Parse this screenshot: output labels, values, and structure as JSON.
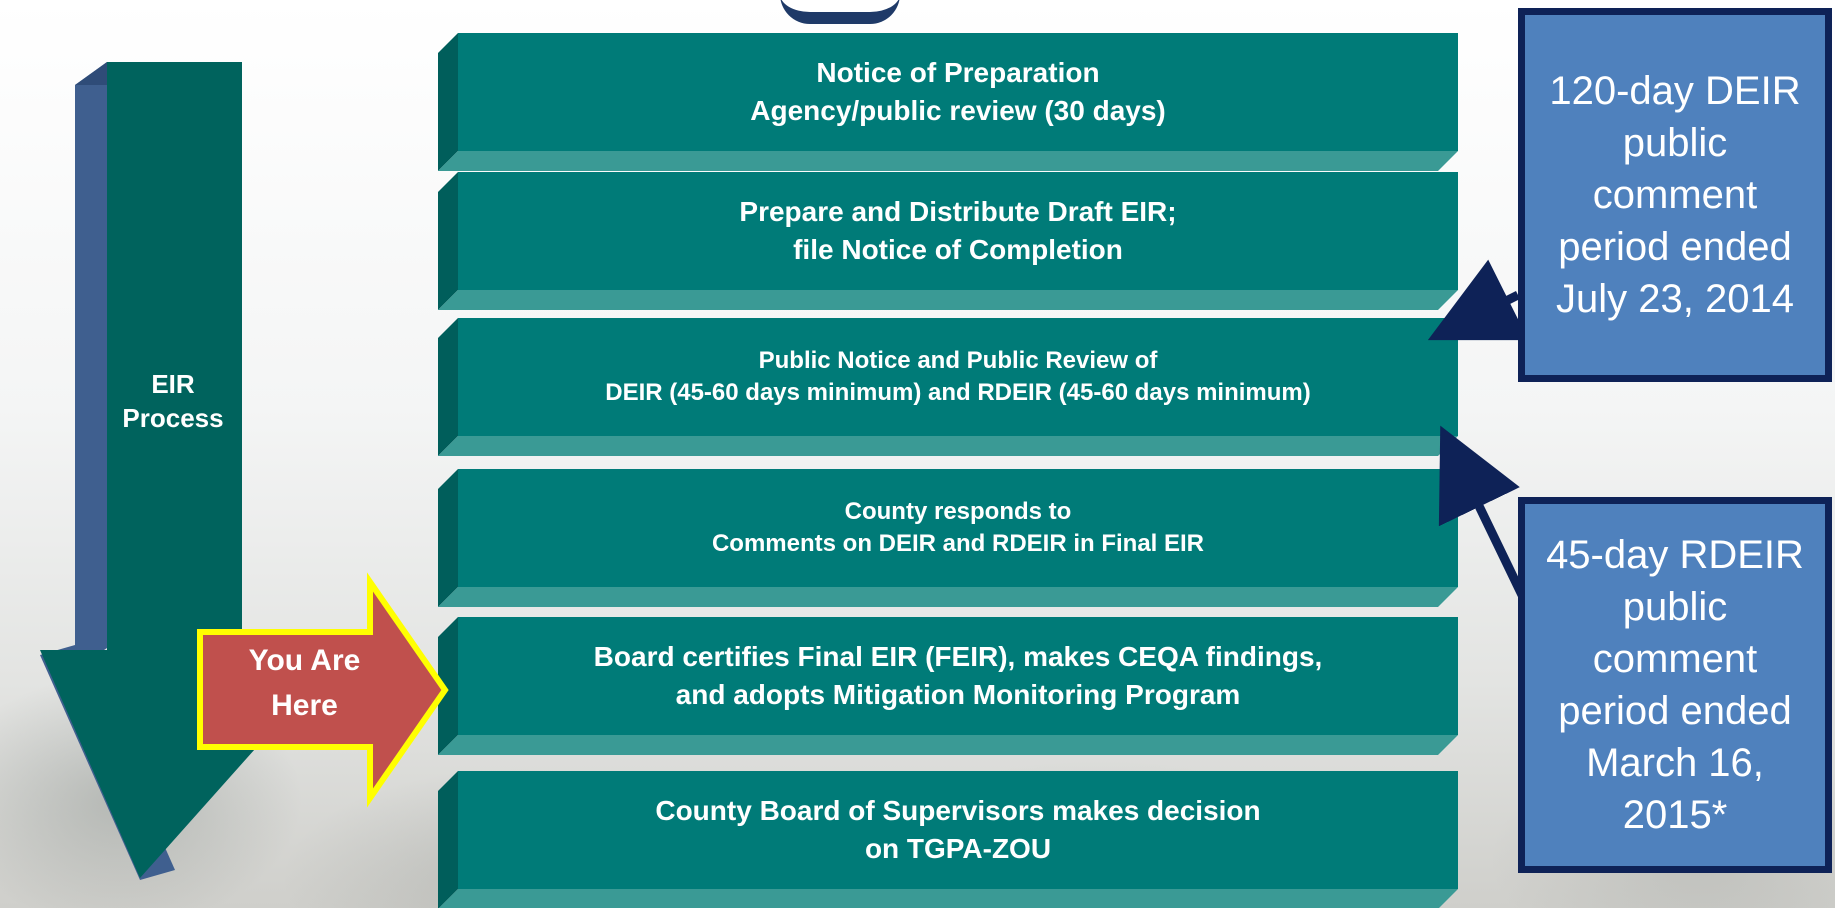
{
  "process_arrow": {
    "label_lines": [
      "EIR",
      "Process"
    ]
  },
  "here_arrow": {
    "label_lines": [
      "You Are",
      "Here"
    ]
  },
  "steps": [
    {
      "lines": [
        "Notice of Preparation",
        "Agency/public review (30 days)"
      ]
    },
    {
      "lines": [
        "Prepare and Distribute Draft EIR;",
        "file Notice of Completion"
      ]
    },
    {
      "lines": [
        "Public Notice and Public Review of",
        "DEIR (45-60 days minimum) and RDEIR (45-60 days minimum)"
      ]
    },
    {
      "lines": [
        "County responds to",
        "Comments on DEIR and RDEIR in Final EIR"
      ]
    },
    {
      "lines": [
        "Board certifies Final EIR (FEIR), makes CEQA findings,",
        "and adopts Mitigation Monitoring Program"
      ]
    },
    {
      "lines": [
        "County Board of Supervisors makes decision",
        "on TGPA-ZOU"
      ]
    }
  ],
  "callouts": [
    {
      "lines": [
        "120-day DEIR",
        "public",
        "comment",
        "period ended",
        "July 23, 2014"
      ]
    },
    {
      "lines": [
        "45-day RDEIR",
        "public",
        "comment",
        "period ended",
        "March 16,",
        "2015*"
      ]
    }
  ],
  "colors": {
    "step_face": "#007b78",
    "step_side": "#005e5b",
    "step_bottom": "#3a9a95",
    "process_arrow_face": "#00635d",
    "process_arrow_side": "#3f5f8f",
    "here_arrow_fill": "#c0504d",
    "here_arrow_border": "#ffff00",
    "callout_fill": "#4f81bd",
    "callout_border": "#0e2257"
  }
}
